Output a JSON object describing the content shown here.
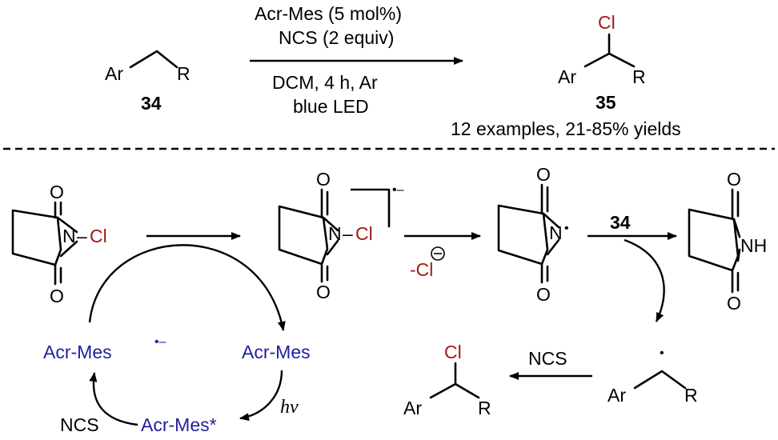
{
  "reaction": {
    "catalyst": "Acr-Mes",
    "catalyst_loading": "(5 mol%)",
    "reagent": "NCS (2 equiv)",
    "conditions_1": "DCM, 4 h, Ar",
    "conditions_2": "blue LED",
    "substrate_label": "34",
    "product_label": "35",
    "scope": "12 examples, 21-85% yields"
  },
  "atoms": {
    "ar": "Ar",
    "r": "R",
    "cl": "Cl",
    "n": "N",
    "o": "O",
    "nh": "NH",
    "dash_n": "–",
    "radical_dot": "•"
  },
  "mechanism": {
    "radical_anion_charge": "•–",
    "chloride_loss": "-Cl",
    "substrate_label": "34",
    "reagent_ncs": "NCS",
    "acr_mes_radical": "Acr-Mes",
    "acr_mes_radical_charge": "•–",
    "acr_mes": "Acr-Mes",
    "acr_mes_excited": "Acr-Mes*",
    "hv": "hν",
    "ncs_cycle": "NCS"
  },
  "colors": {
    "catalyst_blue": "#1f1f9e",
    "chlorine_red": "#a01a12"
  }
}
